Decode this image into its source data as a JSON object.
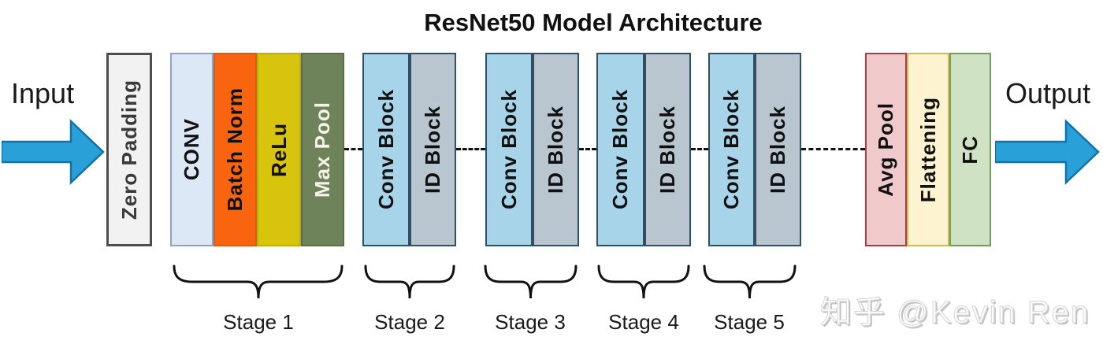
{
  "title": "ResNet50 Model Architecture",
  "input": {
    "label": "Input"
  },
  "output": {
    "label": "Output"
  },
  "arrow": {
    "fill": "#2aa0d9",
    "stroke": "#1173a9"
  },
  "zero_padding": {
    "label": "Zero Padding",
    "fill": "#f2f2f2",
    "border": "#4d4d4d"
  },
  "stages": [
    {
      "stage_label": "Stage 1",
      "blocks": [
        {
          "label": "CONV",
          "fill": "#dde8f6",
          "border": "#8fa3c0",
          "text": "#111111"
        },
        {
          "label": "Batch Norm",
          "fill": "#f8650e",
          "border": "#de5a0d",
          "text": "#111111"
        },
        {
          "label": "ReLu",
          "fill": "#d9c40d",
          "border": "#bfad0b",
          "text": "#111111"
        },
        {
          "label": "Max Pool",
          "fill": "#6f835a",
          "border": "#5c6e49",
          "text": "#f5f2e8"
        }
      ]
    },
    {
      "stage_label": "Stage 2",
      "blocks": [
        {
          "label": "Conv Block",
          "fill": "#a8d4e9",
          "border": "#2f4f66",
          "text": "#111111"
        },
        {
          "label": "ID Block",
          "fill": "#b9c6d0",
          "border": "#2f4f66",
          "text": "#111111"
        }
      ]
    },
    {
      "stage_label": "Stage 3",
      "blocks": [
        {
          "label": "Conv Block",
          "fill": "#a8d4e9",
          "border": "#2f4f66",
          "text": "#111111"
        },
        {
          "label": "ID Block",
          "fill": "#b9c6d0",
          "border": "#2f4f66",
          "text": "#111111"
        }
      ]
    },
    {
      "stage_label": "Stage 4",
      "blocks": [
        {
          "label": "Conv Block",
          "fill": "#a8d4e9",
          "border": "#2f4f66",
          "text": "#111111"
        },
        {
          "label": "ID Block",
          "fill": "#b9c6d0",
          "border": "#2f4f66",
          "text": "#111111"
        }
      ]
    },
    {
      "stage_label": "Stage 5",
      "blocks": [
        {
          "label": "Conv Block",
          "fill": "#a8d4e9",
          "border": "#2f4f66",
          "text": "#111111"
        },
        {
          "label": "ID Block",
          "fill": "#b9c6d0",
          "border": "#2f4f66",
          "text": "#111111"
        }
      ]
    }
  ],
  "classifier_blocks": [
    {
      "label": "Avg Pool",
      "fill": "#f0caca",
      "border": "#a33f46",
      "text": "#111111"
    },
    {
      "label": "Flattening",
      "fill": "#fdf3d1",
      "border": "#ccbc55",
      "text": "#111111"
    },
    {
      "label": "FC",
      "fill": "#cfe2c3",
      "border": "#70a055",
      "text": "#111111"
    }
  ],
  "watermark": "知乎 @Kevin Ren"
}
